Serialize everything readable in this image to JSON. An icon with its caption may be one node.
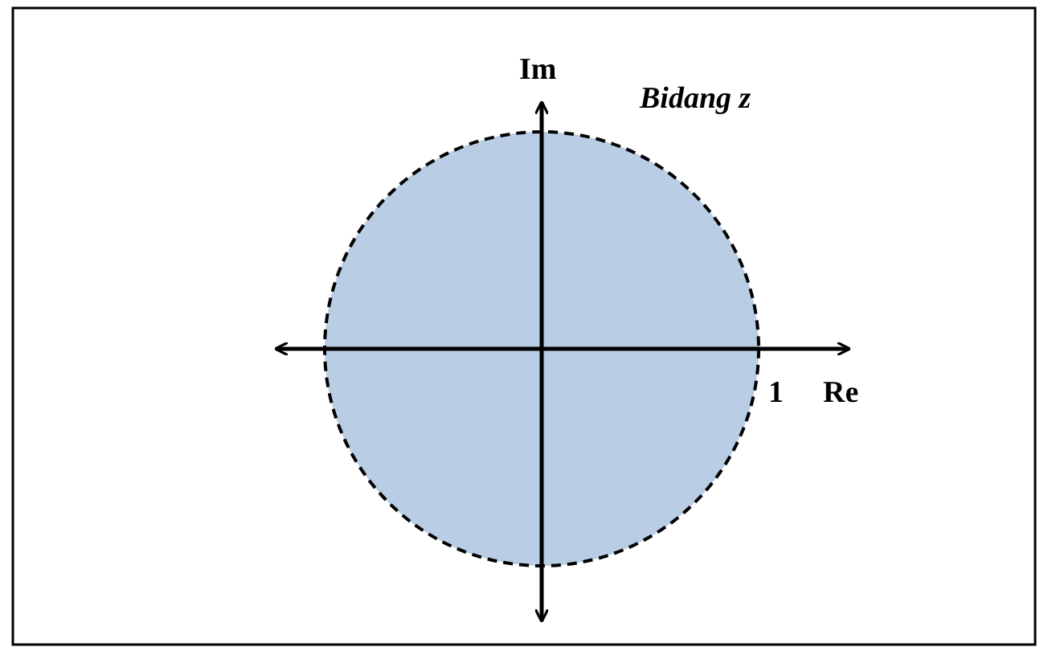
{
  "diagram": {
    "labels": [
      "Im",
      "Bidang z",
      "1",
      "Re"
    ]
  }
}
